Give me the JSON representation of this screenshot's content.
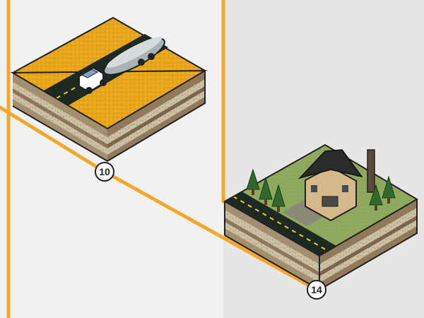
{
  "markers": [
    {
      "id": "m10",
      "label": "10"
    },
    {
      "id": "m14",
      "label": "14"
    }
  ],
  "colors": {
    "path_line": "#f5a72a",
    "road": "#1d2a22",
    "road_dash": "#f3c43a",
    "wheat": "#e8a71c",
    "grass": "#8fa95e",
    "soil_top": "#a48e70",
    "soil_band": "#c9bca3",
    "panel_left": "#f1f1f1",
    "panel_right": "#e6e6e6"
  },
  "tiles": [
    {
      "name": "farm-road-tile",
      "icon": "tanker-truck-icon",
      "marker": "10"
    },
    {
      "name": "house-tile",
      "icon": "house-icon",
      "marker": "14"
    }
  ]
}
